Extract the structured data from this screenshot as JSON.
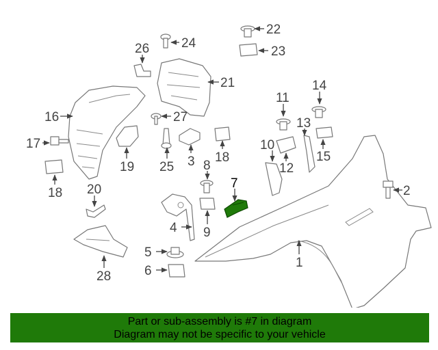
{
  "diagram": {
    "callouts": {
      "c1": "1",
      "c2": "2",
      "c3": "3",
      "c4": "4",
      "c5": "5",
      "c6": "6",
      "c7": "7",
      "c8": "8",
      "c9": "9",
      "c10": "10",
      "c11": "11",
      "c12": "12",
      "c13": "13",
      "c14": "14",
      "c15": "15",
      "c16": "16",
      "c17": "17",
      "c18a": "18",
      "c18b": "18",
      "c19": "19",
      "c20": "20",
      "c21": "21",
      "c22": "22",
      "c23": "23",
      "c24": "24",
      "c25": "25",
      "c26": "26",
      "c27": "27",
      "c28": "28"
    },
    "highlight_color": "#1f7a09"
  },
  "banner": {
    "line1": "Part or sub-assembly is #7 in diagram",
    "line2": "Diagram may not be specific to your vehicle",
    "background": "#1f7a09"
  }
}
